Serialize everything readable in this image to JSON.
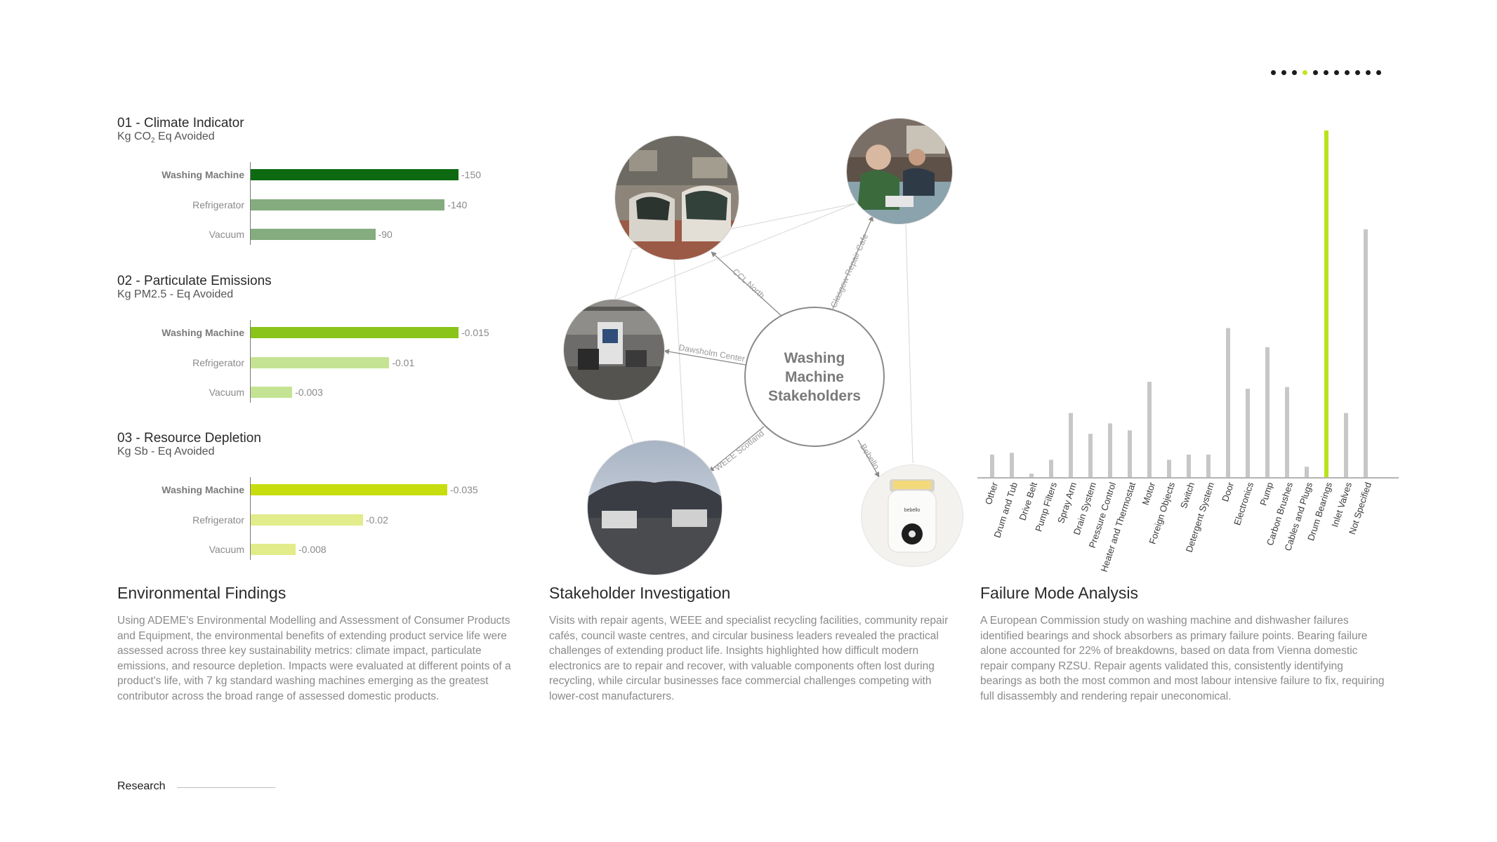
{
  "pagination": {
    "count": 11,
    "active": 3
  },
  "left_charts": [
    {
      "title": "01 - Climate Indicator",
      "subtitle_pre": "Kg CO",
      "subtitle_sub": "2",
      "subtitle_post": " Eq Avoided",
      "colors": [
        "#0d6a12",
        "#84ac7f",
        "#84ac7f"
      ],
      "rows": [
        {
          "label": "Washing Machine",
          "value": -150,
          "text": "-150"
        },
        {
          "label": "Refrigerator",
          "value": -140,
          "text": "-140"
        },
        {
          "label": "Vacuum",
          "value": -90,
          "text": "-90"
        }
      ],
      "max": 150
    },
    {
      "title": "02 - Particulate Emissions",
      "subtitle_pre": "Kg PM2.5 - Eq Avoided",
      "subtitle_sub": "",
      "subtitle_post": "",
      "colors": [
        "#8ac41a",
        "#c4e493",
        "#c4e493"
      ],
      "rows": [
        {
          "label": "Washing Machine",
          "value": -0.015,
          "text": "-0.015"
        },
        {
          "label": "Refrigerator",
          "value": -0.01,
          "text": "-0.01"
        },
        {
          "label": "Vacuum",
          "value": -0.003,
          "text": "-0.003"
        }
      ],
      "max": 0.015
    },
    {
      "title": "03 - Resource Depletion",
      "subtitle_pre": "Kg Sb - Eq Avoided",
      "subtitle_sub": "",
      "subtitle_post": "",
      "colors": [
        "#c8dd0e",
        "#e2ec8a",
        "#e2ec8a"
      ],
      "rows": [
        {
          "label": "Washing Machine",
          "value": -0.035,
          "text": "-0.035"
        },
        {
          "label": "Refrigerator",
          "value": -0.02,
          "text": "-0.02"
        },
        {
          "label": "Vacuum",
          "value": -0.008,
          "text": "-0.008"
        }
      ],
      "max": 0.037
    }
  ],
  "stakeholders": {
    "hub": [
      "Washing",
      "Machine",
      "Stakeholders"
    ],
    "edges": [
      {
        "label": "CCL North"
      },
      {
        "label": "Glasgow Repair Cafe"
      },
      {
        "label": "Dawsholm Center"
      },
      {
        "label": "WEEE Scotland"
      },
      {
        "label": "Bebello"
      }
    ],
    "product_brand": "bebello"
  },
  "chart_data": {
    "type": "bar",
    "title": "",
    "xlabel": "",
    "ylabel": "",
    "ylim": [
      0,
      100
    ],
    "highlight_color": "#b7e31a",
    "bar_color": "#c7c7c7",
    "categories": [
      "Other",
      "Drum and Tub",
      "Drive Belt",
      "Pump Filters",
      "Spray Arm",
      "Drain System",
      "Pressure Control",
      "Heater and Thermostat",
      "Motor",
      "Foreign Objects",
      "Switch",
      "Detergent System",
      "Door",
      "Electronics",
      "Pump",
      "Carbon Brushes",
      "Cables and Plugs",
      "Drum Bearings",
      "Inlet Valves",
      "Not Specified"
    ],
    "values": [
      6.5,
      7,
      1,
      5,
      18.5,
      12.5,
      15.5,
      13.5,
      27.5,
      5,
      6.5,
      6.5,
      43,
      25.5,
      37.5,
      26,
      3,
      100,
      18.5,
      71.5
    ],
    "highlight_index": 17
  },
  "sections": {
    "env_title": "Environmental Findings",
    "env_body": "Using ADEME's Environmental Modelling and Assessment of Consumer Products and Equipment, the environmental benefits of extending product service life were assessed across three key sustainability metrics: climate impact, particulate emissions, and resource depletion. Impacts were evaluated at different points of a product's life, with 7 kg standard washing machines emerging as the greatest contributor across the broad range of assessed domestic products.",
    "stake_title": "Stakeholder Investigation",
    "stake_body": "Visits with repair agents, WEEE and specialist recycling facilities, community repair cafés, council waste centres, and circular business leaders revealed the practical challenges of extending product life. Insights highlighted how difficult modern electronics are to repair and recover, with valuable components often lost during recycling, while circular businesses face commercial challenges competing with lower-cost manufacturers.",
    "fail_title": "Failure Mode Analysis",
    "fail_body": "A European Commission study on washing machine and dishwasher failures identified bearings and shock absorbers as primary failure points. Bearing failure alone accounted for 22% of breakdowns, based on data from Vienna domestic repair company RZSU. Repair agents validated this, consistently identifying bearings as both the most common and most labour intensive failure to fix, requiring full disassembly and rendering repair uneconomical."
  },
  "footer": {
    "label": "Research"
  }
}
